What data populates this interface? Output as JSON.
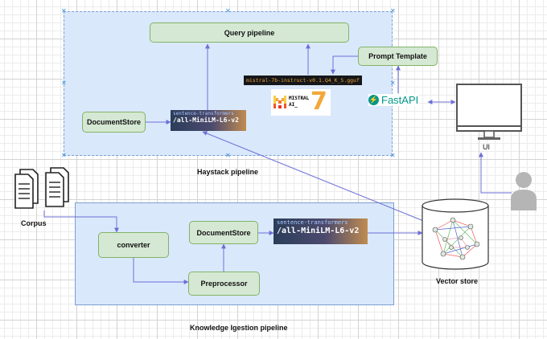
{
  "haystack": {
    "caption": "Haystack pipeline",
    "query_pipeline": "Query pipeline",
    "prompt_template": "Prompt Template",
    "document_store": "DocumentStore",
    "embedder": {
      "top": "sentence-transformers",
      "name": "/all-MiniLM-L6-v2"
    },
    "model_file": "mistral-7b-instruct-v0.1.Q4_K_S.gguf",
    "mistral_logo": {
      "line1": "MISTRAL",
      "line2": "AI_",
      "badge": "7"
    },
    "fastapi_label": "FastAPI"
  },
  "ingestion": {
    "caption": "Knowledge Igestion pipeline",
    "converter": "converter",
    "document_store": "DocumentStore",
    "preprocessor": "Preprocessor",
    "embedder": {
      "top": "sentence-transformers",
      "name": "/all-MiniLM-L6-v2"
    }
  },
  "corpus_label": "Corpus",
  "vector_store_label": "Vector store",
  "ui_label": "UI",
  "colors": {
    "container_fill": "#dae8fc",
    "container_border": "#7d9fd0",
    "box_fill": "#d5e8d4",
    "box_border": "#82b366",
    "connector": "#6c6fd6",
    "fastapi": "#059688",
    "model_text": "#f0a030"
  }
}
